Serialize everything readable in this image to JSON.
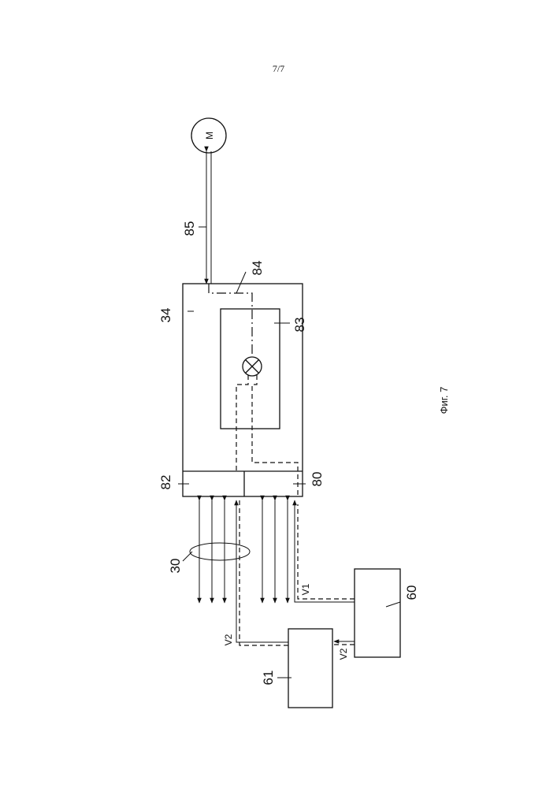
{
  "page": {
    "number": "7/7"
  },
  "figure": {
    "caption": "Фиг. 7"
  },
  "labels": {
    "motor": "M",
    "link_85": "85",
    "link_84": "84",
    "unit_34": "34",
    "block_83": "83",
    "block_82": "82",
    "block_80": "80",
    "bus_30": "30",
    "signal_v1": "V1",
    "signal_v2_a": "V2",
    "signal_v2_b": "V2",
    "block_60": "60",
    "block_61": "61"
  }
}
